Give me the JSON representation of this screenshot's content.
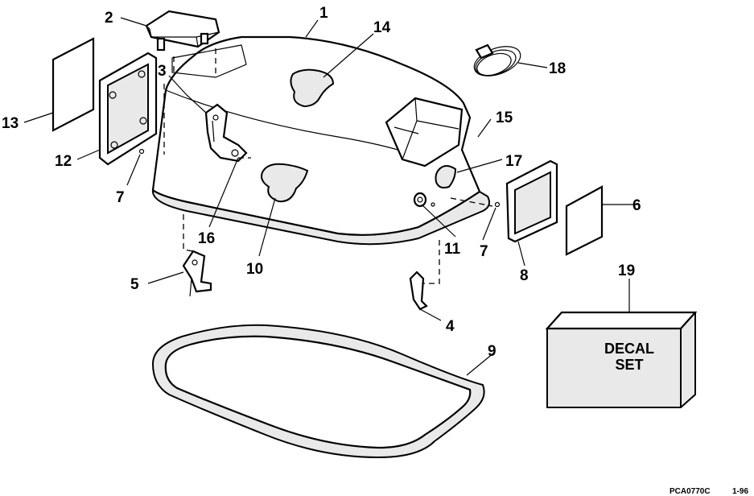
{
  "callouts": {
    "c1": "1",
    "c2": "2",
    "c3": "3",
    "c4": "4",
    "c5": "5",
    "c6": "6",
    "c7a": "7",
    "c7b": "7",
    "c8": "8",
    "c9": "9",
    "c10": "10",
    "c11": "11",
    "c12": "12",
    "c13": "13",
    "c14": "14",
    "c15": "15",
    "c16": "16",
    "c17": "17",
    "c18": "18",
    "c19": "19"
  },
  "decal_box": {
    "line1": "DECAL",
    "line2": "SET"
  },
  "reference": {
    "code": "PCA0770C",
    "date": "1-96"
  }
}
